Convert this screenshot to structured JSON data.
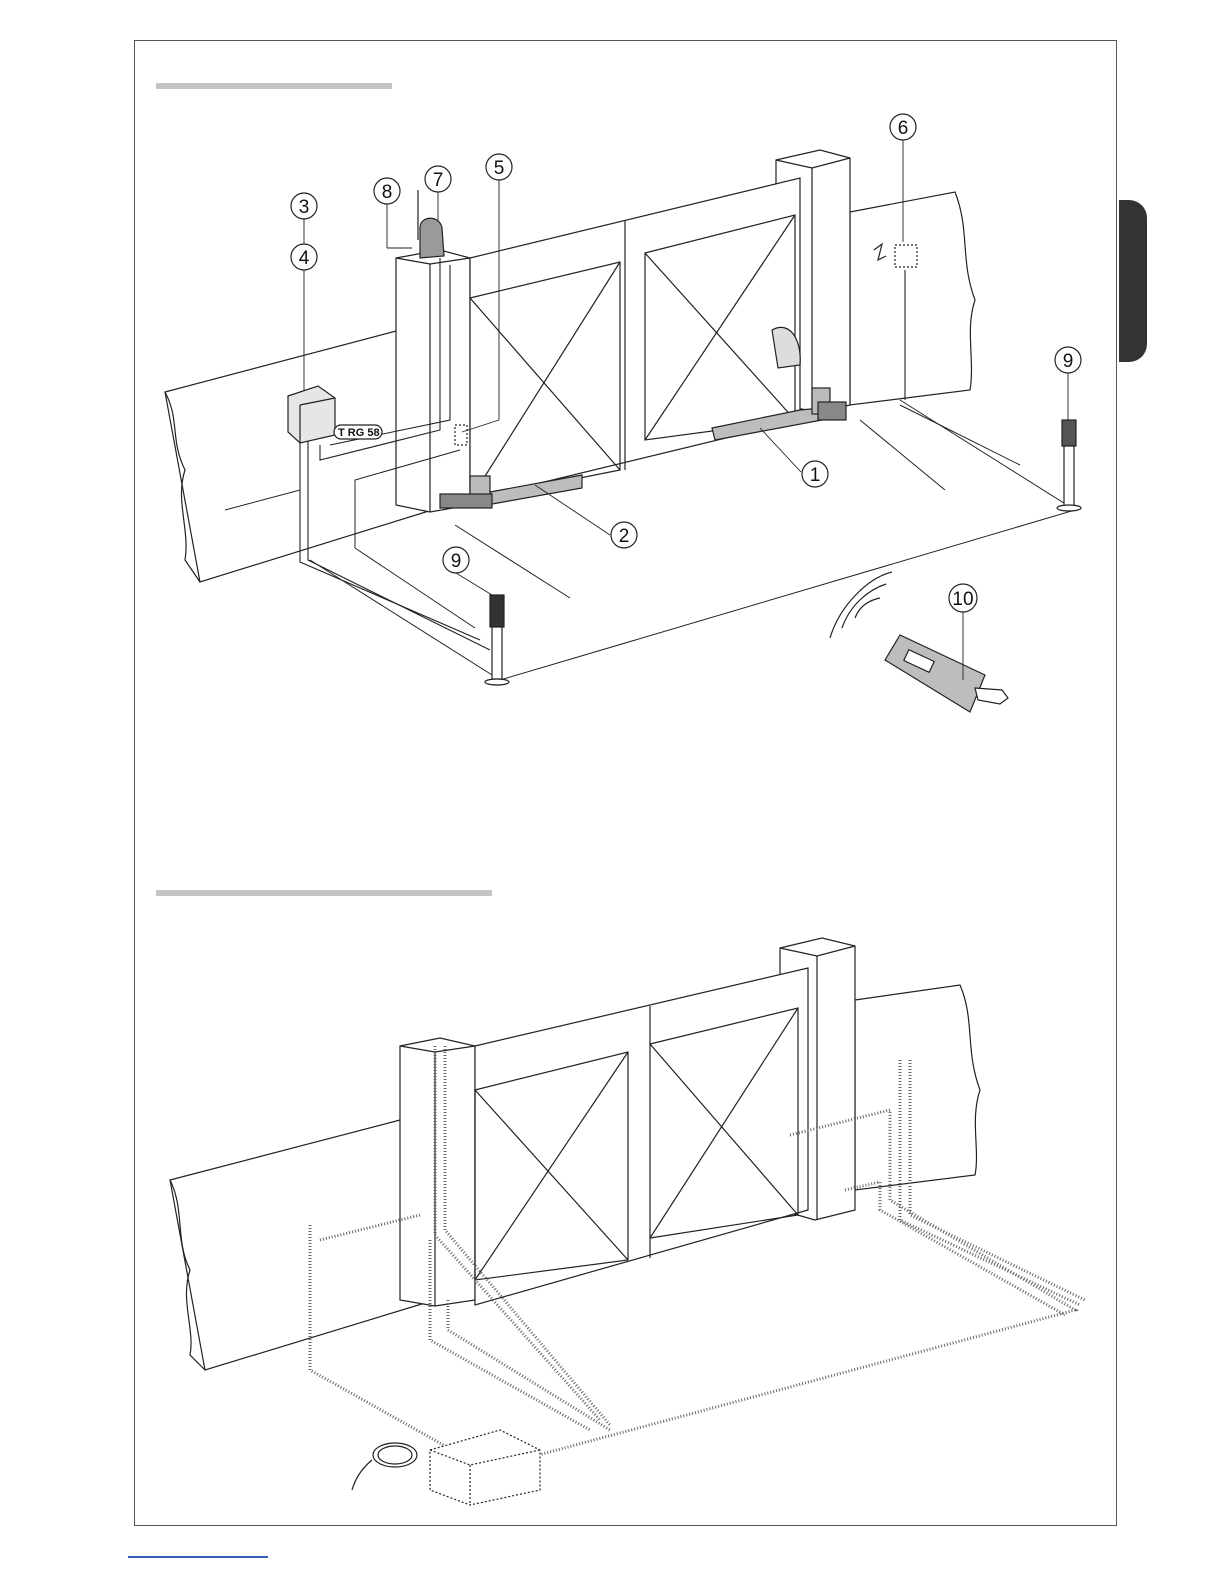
{
  "figure1": {
    "callouts": [
      {
        "id": "c1",
        "label": "1"
      },
      {
        "id": "c2",
        "label": "2"
      },
      {
        "id": "c3",
        "label": "3"
      },
      {
        "id": "c4",
        "label": "4"
      },
      {
        "id": "c5",
        "label": "5"
      },
      {
        "id": "c6",
        "label": "6"
      },
      {
        "id": "c7",
        "label": "7"
      },
      {
        "id": "c8",
        "label": "8"
      },
      {
        "id": "c9a",
        "label": "9"
      },
      {
        "id": "c9b",
        "label": "9"
      },
      {
        "id": "c10",
        "label": "10"
      }
    ],
    "cable_tag": "T RG 58"
  },
  "colors": {
    "frame": "#555555",
    "section_bar": "#c4c4c4",
    "side_tab": "#333333",
    "footer_link": "#3a5bb8"
  }
}
